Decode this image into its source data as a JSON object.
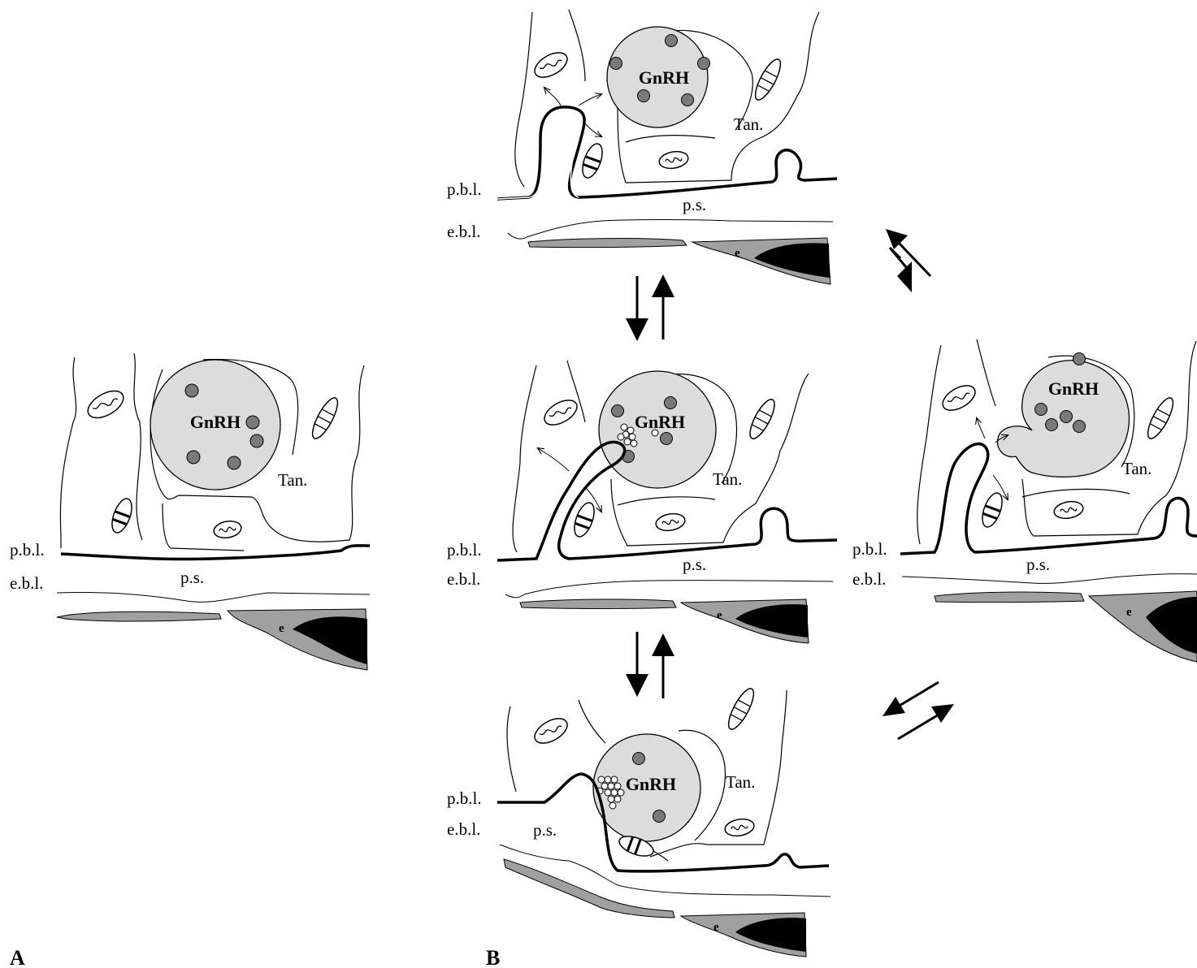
{
  "figure": {
    "panel_a_label": "A",
    "panel_b_label": "B",
    "colors": {
      "granule_fill": "#dcdcdc",
      "granule_dot": "#7a7a7a",
      "endothelium_fill": "#a0a0a0",
      "nucleus_fill": "#000000",
      "line": "#000000"
    },
    "panels": [
      {
        "id": "A",
        "pbl": "p.b.l.",
        "ebl": "e.b.l.",
        "ps": "p.s.",
        "tan": "Tan.",
        "gnrh": "GnRH",
        "e": "e"
      },
      {
        "id": "B1",
        "pbl": "p.b.l.",
        "ebl": "e.b.l.",
        "ps": "p.s.",
        "tan": "Tan.",
        "gnrh": "GnRH",
        "e": "e"
      },
      {
        "id": "B2",
        "pbl": "p.b.l.",
        "ebl": "e.b.l.",
        "ps": "p.s.",
        "tan": "Tan.",
        "gnrh": "GnRH",
        "e": "e"
      },
      {
        "id": "B3",
        "pbl": "p.b.l.",
        "ebl": "e.b.l.",
        "ps": "p.s.",
        "tan": "Tan.",
        "gnrh": "GnRH",
        "e": "e"
      },
      {
        "id": "B4",
        "pbl": "p.b.l.",
        "ebl": "e.b.l.",
        "ps": "p.s.",
        "tan": "Tan.",
        "gnrh": "GnRH",
        "e": "e"
      }
    ]
  }
}
